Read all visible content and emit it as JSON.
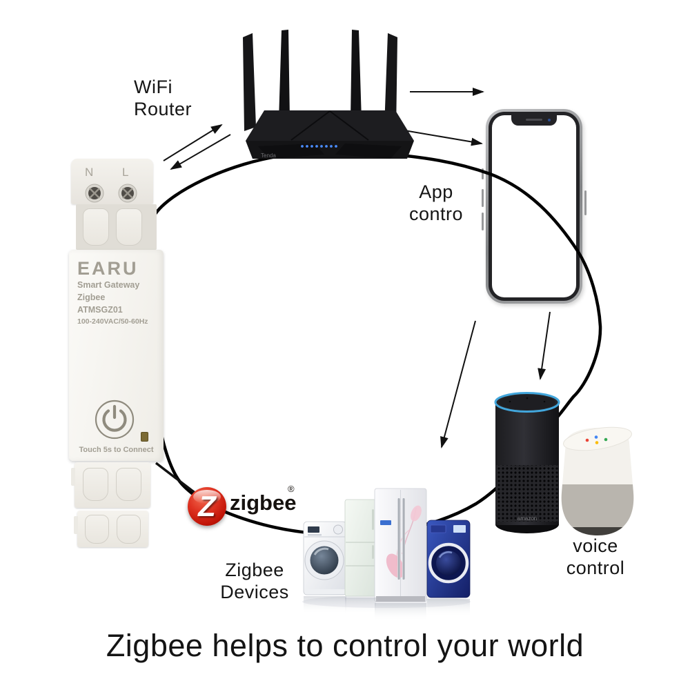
{
  "heading": "Zigbee helps to control your world",
  "labels": {
    "wifi_router": {
      "line1": "WiFi",
      "line2": "Router"
    },
    "app_control": {
      "line1": "App",
      "line2": "contro"
    },
    "voice_control": {
      "line1": "voice",
      "line2": "control"
    },
    "zigbee_devices": {
      "line1": "Zigbee",
      "line2": "Devices"
    }
  },
  "gateway": {
    "terminal_left": "N",
    "terminal_right": "L",
    "brand": "EARU",
    "line1": "Smart Gateway",
    "line2": "Zigbee",
    "line3": "ATMSGZ01",
    "line4": "100-240VAC/50-60Hz",
    "touch_hint": "Touch 5s to Connect"
  },
  "router": {
    "brand": "Tenda"
  },
  "speakers": {
    "echo_brand": "amazon"
  },
  "zigbee_logo": {
    "letter": "Z",
    "wordmark": "zigbee",
    "registered": "®"
  },
  "colors": {
    "zigbee_red": "#c01407",
    "router_black": "#1a1a1c",
    "router_led_blue": "#4a8cff",
    "echo_ring_blue": "#42a6dc",
    "google_dot_red": "#ea4335",
    "google_dot_blue": "#4285f4",
    "google_dot_yellow": "#fbbc05",
    "google_dot_green": "#34a853",
    "blue_washer": "#1c2f8e"
  }
}
